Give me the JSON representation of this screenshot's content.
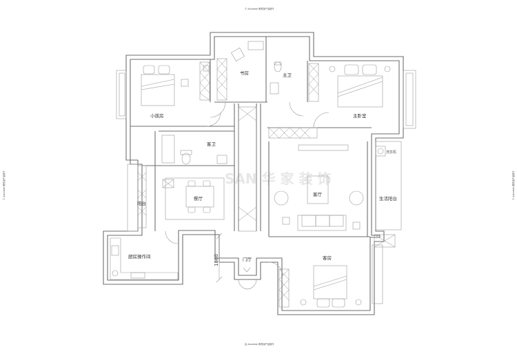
{
  "header_text": "© Autodesk 教育版产品制作",
  "footer_text": "由 Autodesk 教育版产品制作",
  "side_left_text": "© Autodesk 教育版产品制作",
  "side_right_text": "© Autodesk 教育版产品制作",
  "watermark": "SAN 华 家 装 饰",
  "rooms": {
    "study": "书房",
    "master_bath": "主卫",
    "small_bedroom": "小孩房",
    "master_bedroom": "主卧室",
    "guest_bath": "客卫",
    "balcony": "阳台",
    "dining": "餐厅",
    "living": "客厅",
    "service_balcony": "生活阳台",
    "kitchen": "厨房操作间",
    "foyer": "门厅",
    "guest_room": "客房"
  },
  "washer_label": "洗衣机",
  "dimension_value": "1860"
}
